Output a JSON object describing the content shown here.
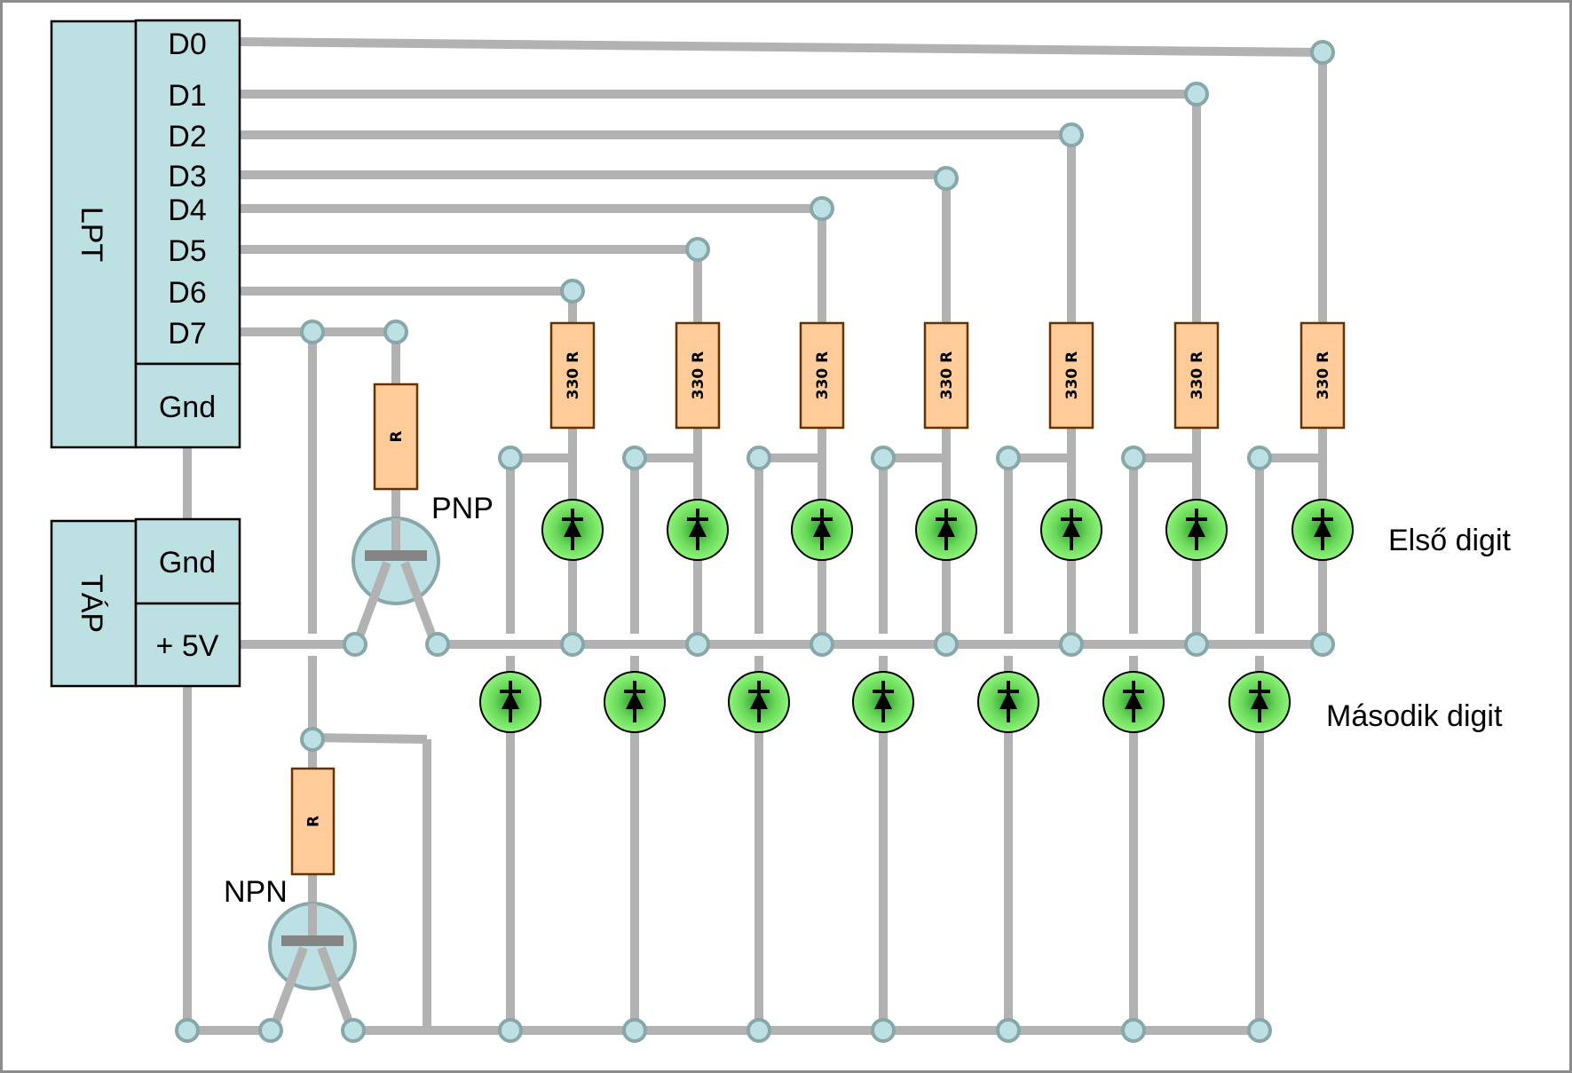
{
  "lpt": {
    "title": "LPT",
    "pins": [
      "D0",
      "D1",
      "D2",
      "D3",
      "D4",
      "D5",
      "D6",
      "D7"
    ],
    "gnd_label": "Gnd"
  },
  "power": {
    "title": "TÁP",
    "gnd_label": "Gnd",
    "vcc_label": "+ 5V"
  },
  "transistors": {
    "pnp_label": "PNP",
    "npn_label": "NPN",
    "base_resistor_label": "R"
  },
  "segment_resistor_label": "330 R",
  "segment_resistor_count": 7,
  "digits": {
    "first_label": "Első digit",
    "second_label": "Második digit"
  },
  "colors": {
    "wire": "#b2b2b2",
    "node_fill": "#bce0e3",
    "node_stroke": "#88a7a8",
    "box_fill": "#bde0e2",
    "resistor_fill": "#ffcc99",
    "resistor_stroke": "#663300",
    "led_center": "#2a982a",
    "led_edge": "#8ef57a"
  }
}
